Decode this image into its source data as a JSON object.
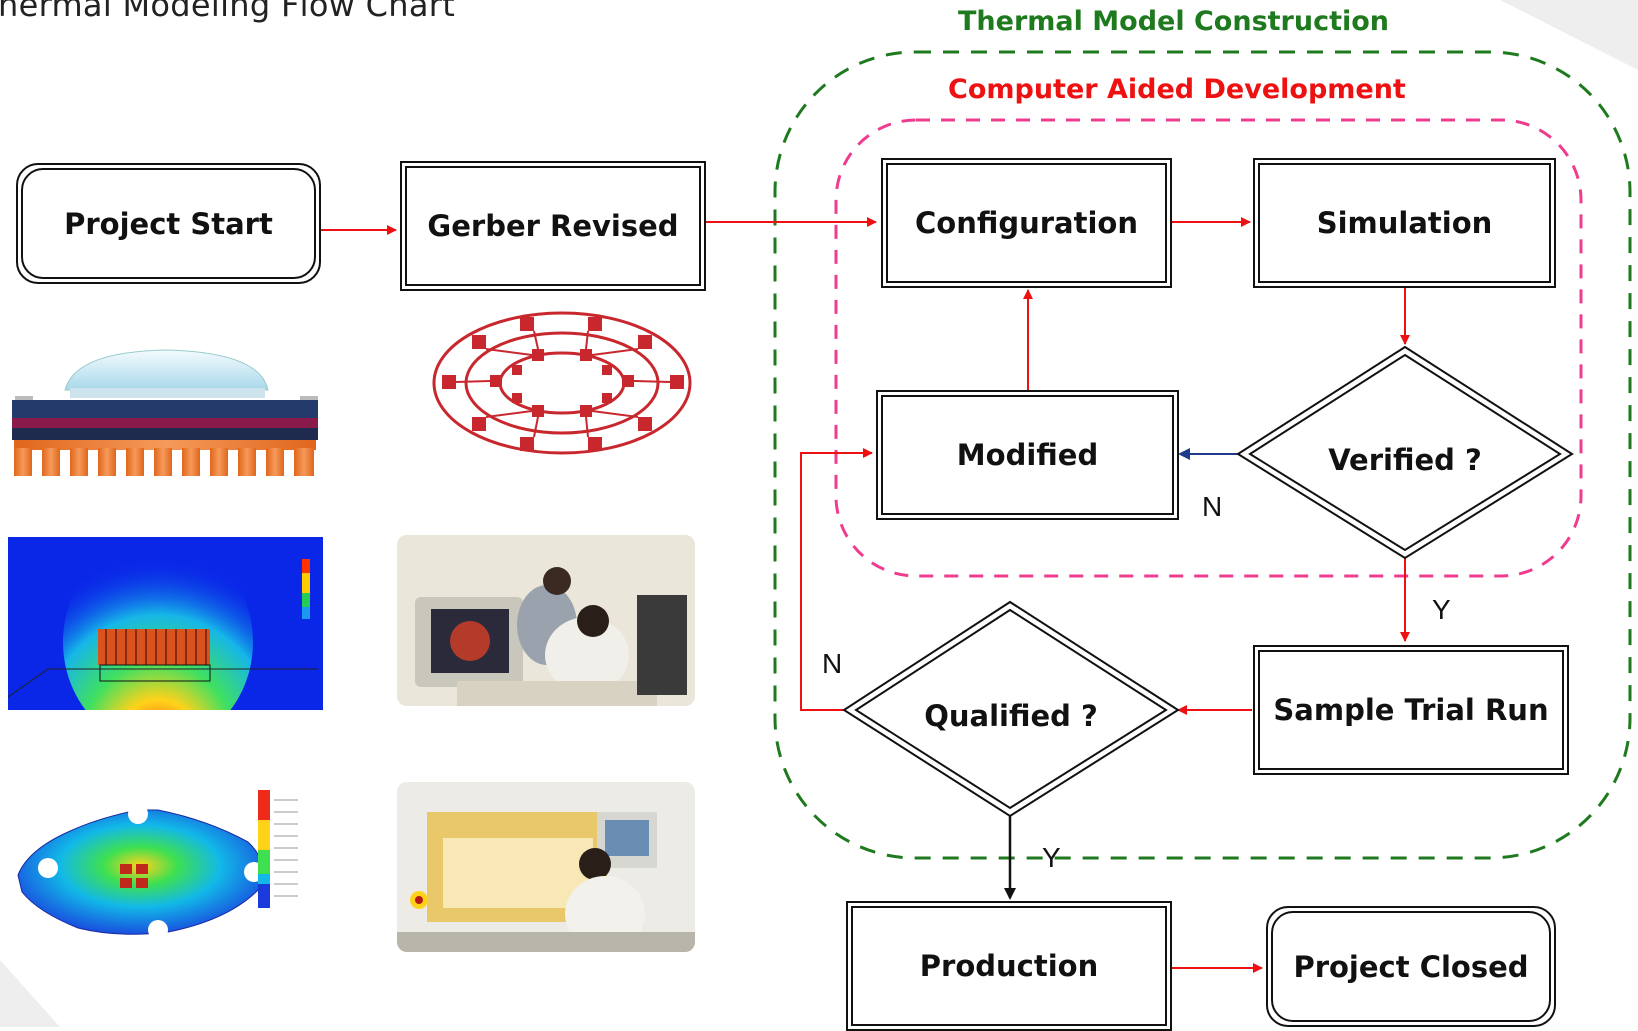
{
  "title": "hermal Modeling Flow Chart",
  "groups": {
    "thermal": "Thermal Model Construction",
    "cad": "Computer Aided Development"
  },
  "nodes": {
    "project_start": "Project Start",
    "gerber_revised": "Gerber Revised",
    "configuration": "Configuration",
    "simulation": "Simulation",
    "modified": "Modified",
    "verified": "Verified ?",
    "sample_trial_run": "Sample Trial Run",
    "qualified": "Qualified ?",
    "production": "Production",
    "project_closed": "Project Closed"
  },
  "branch_labels": {
    "verified_no": "N",
    "verified_yes": "Y",
    "qualified_no": "N",
    "qualified_yes": "Y"
  },
  "colors": {
    "flow_arrow": "#ee1111",
    "no_arrow_verified": "#1f3c8a",
    "thermal_group_border": "#1f7a1f",
    "cad_group_border": "#ee3d8f"
  },
  "images": [
    "led-heatsink-cross-section-image",
    "pcb-layout-ring-image",
    "airflow-simulation-image",
    "engineers-at-computer-photo",
    "thermal-plate-contour-image",
    "engineer-at-machine-photo"
  ]
}
